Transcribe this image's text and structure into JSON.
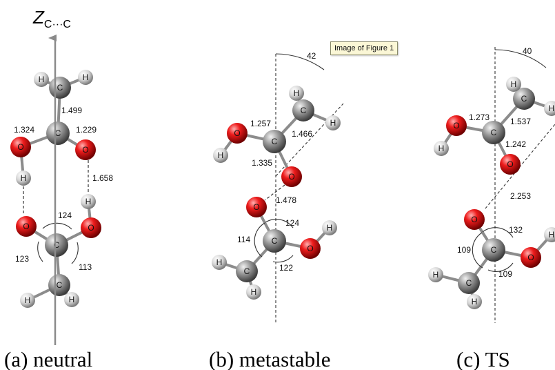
{
  "axis": {
    "main": "Z",
    "sub": "C···C"
  },
  "tooltip": "Image of Figure 1",
  "atoms": {
    "carbon": "C",
    "oxygen": "O",
    "hydrogen": "H"
  },
  "panels": [
    {
      "caption": "(a) neutral",
      "bonds": [
        "1.499",
        "1.324",
        "1.229",
        "1.658"
      ],
      "angles": [
        "124",
        "123",
        "113"
      ]
    },
    {
      "caption": "(b) metastable",
      "tilt": "42",
      "bonds": [
        "1.257",
        "1.466",
        "1.335",
        "1.478"
      ],
      "angles": [
        "124",
        "114",
        "122"
      ]
    },
    {
      "caption": "(c) TS",
      "tilt": "40",
      "bonds": [
        "1.273",
        "1.537",
        "1.242",
        "2.253"
      ],
      "angles": [
        "132",
        "109",
        "109"
      ]
    }
  ]
}
